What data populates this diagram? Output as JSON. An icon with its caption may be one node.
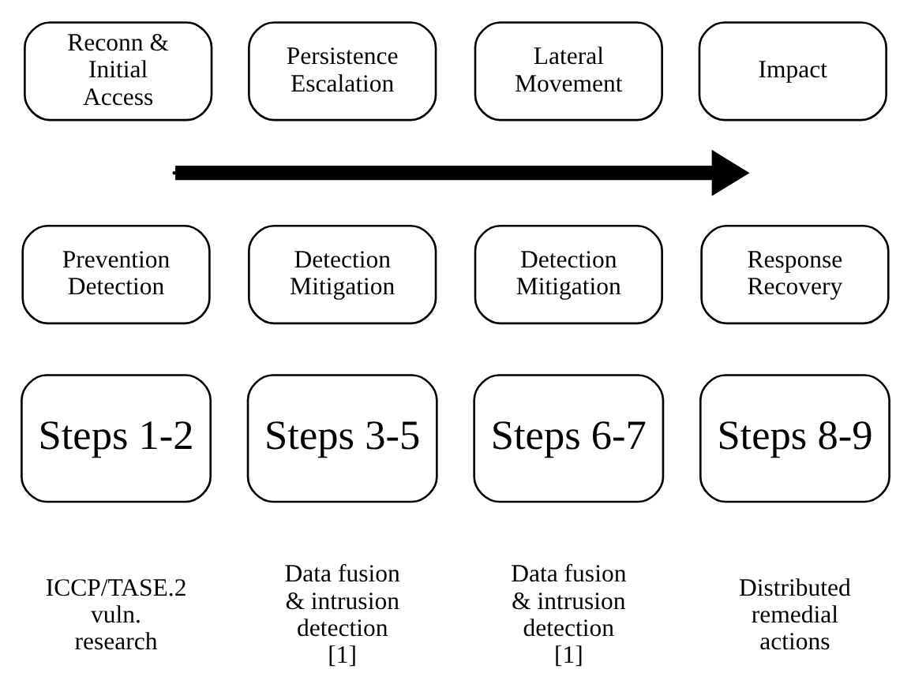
{
  "diagram": {
    "nodes": [
      {
        "text": [
          "Reconn & Initial Access"
        ]
      },
      {
        "text": [
          "Persistence Escalation"
        ]
      },
      {
        "text": [
          "Lateral Movement"
        ]
      },
      {
        "text": [
          "Impact"
        ]
      },
      {
        "text": [
          "Prevention Detection"
        ]
      },
      {
        "text": [
          "Detection Mitigation"
        ]
      },
      {
        "text": [
          "Detection Mitigation"
        ]
      },
      {
        "text": [
          "Response Recovery"
        ]
      },
      {
        "text": [
          "Steps 1-2"
        ],
        "beside": [
          "ICCP/TASE.2 vuln. research"
        ]
      },
      {
        "text": [
          "Steps 3-5"
        ],
        "beside": [
          "Data fusion & intrusion detection [1]"
        ]
      },
      {
        "text": [
          "Steps 6-7"
        ],
        "beside": [
          "Data fusion & intrusion detection [1]"
        ]
      },
      {
        "text": [
          "Steps 8-9"
        ],
        "beside": [
          "Distributed remedial actions"
        ]
      }
    ],
    "edges": []
  }
}
